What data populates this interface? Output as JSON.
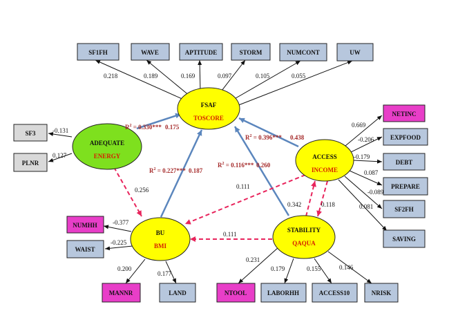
{
  "colors": {
    "box_blue": "#b7c7dd",
    "box_gray": "#d9d9d9",
    "box_magenta": "#e83ec8",
    "node_yellow": "#ffff00",
    "node_green": "#7ee01e",
    "arrow_blue": "#5b86bd",
    "arrow_red": "#e8245c",
    "r2_text": "#a52a2a"
  },
  "nodes": {
    "fsaf": {
      "name": "FSAF",
      "sub": "TOSCORE"
    },
    "adequate": {
      "name": "ADEQUATE",
      "sub": "ENERGY"
    },
    "access": {
      "name": "ACCESS",
      "sub": "INCOME"
    },
    "bu": {
      "name": "BU",
      "sub": "BMI"
    },
    "stability": {
      "name": "STABILITY",
      "sub": "QAQUA"
    }
  },
  "boxes": {
    "sf1fh": "SF1FH",
    "wave": "WAVE",
    "aptitude": "APTITUDE",
    "storm": "STORM",
    "numcont": "NUMCONT",
    "uw": "UW",
    "sf3": "SF3",
    "plnr": "PLNR",
    "netinc": "NETINC",
    "expfood": "EXPFOOD",
    "debt": "DEBT",
    "prepare": "PREPARE",
    "sf2fh": "SF2FH",
    "saving": "SAVING",
    "numhh": "NUMHH",
    "waist": "WAIST",
    "mannr": "MANNR",
    "land": "LAND",
    "ntool": "NTOOL",
    "laborhh": "LABORHH",
    "access10": "ACCESS10",
    "nrisk": "NRISK"
  },
  "coefficients": {
    "sf1fh": "0.218",
    "wave": "0.189",
    "aptitude": "0.169",
    "storm": "0.097",
    "numcont": "0.105",
    "uw": "0.055",
    "sf3": "-0.131",
    "plnr": "0.127",
    "netinc": "0.669",
    "expfood": "-0.206",
    "debt": "-0.179",
    "prepare": "0.087",
    "sf2fh": "-0.089",
    "saving": "0.081",
    "numhh": "-0.377",
    "waist": "-0.225",
    "mannr": "0.200",
    "land": "0.177",
    "ntool": "0.231",
    "laborhh": "0.179",
    "access10": "0.155",
    "nrisk": "0.146",
    "adequate_fsaf": "0.175",
    "access_fsaf": "0.438",
    "bu_fsaf": "0.187",
    "stability_fsaf": "0.260",
    "adequate_bu": "0.256",
    "access_bu": "0.111",
    "stability_bu": "0.111",
    "stability_access": "0.342",
    "access_stability": "0.118"
  },
  "r2": {
    "fsaf_adequate": {
      "main": "R",
      "exp": "2",
      "rest": " = 0.330***"
    },
    "fsaf_access": {
      "main": "R",
      "exp": "2",
      "rest": " = 0.396***"
    },
    "bu": {
      "main": "R",
      "exp": "2",
      "rest": " = 0.227***"
    },
    "stability": {
      "main": "R",
      "exp": "2",
      "rest": " = 0.116***"
    }
  }
}
